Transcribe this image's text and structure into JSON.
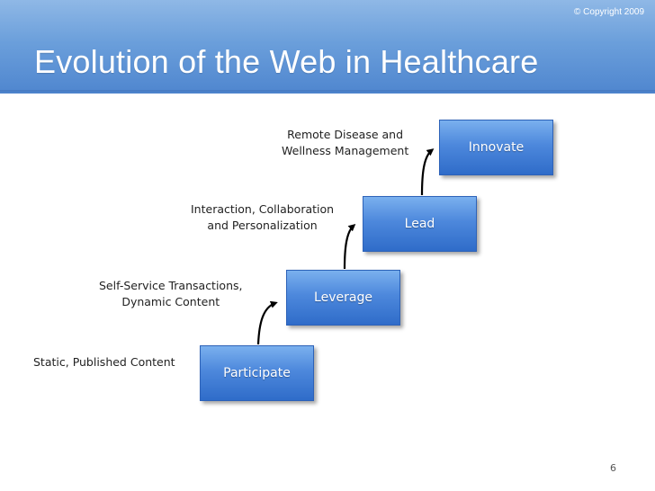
{
  "header": {
    "copyright": "© Copyright 2009",
    "title": "Evolution of the Web in Healthcare"
  },
  "steps": [
    {
      "label": "Participate",
      "description": [
        "Static, Published Content"
      ]
    },
    {
      "label": "Leverage",
      "description": [
        "Self-Service Transactions,",
        "Dynamic Content"
      ]
    },
    {
      "label": "Lead",
      "description": [
        "Interaction, Collaboration",
        "and Personalization"
      ]
    },
    {
      "label": "Innovate",
      "description": [
        "Remote Disease and",
        "Wellness Management"
      ]
    }
  ],
  "footer": {
    "page_number": "6"
  },
  "colors": {
    "header": "#6b9fdb",
    "box": "#4d88dc",
    "arrow": "#000000"
  }
}
